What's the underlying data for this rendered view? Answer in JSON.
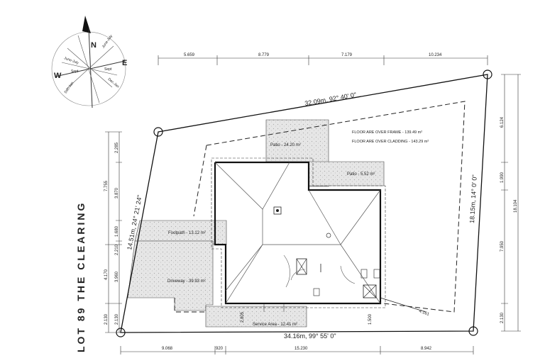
{
  "lot_title": "LOT 89 THE CLEARING",
  "compass": {
    "north": "N",
    "east": "E",
    "west": "W",
    "sectors": [
      "June-July",
      "June-July",
      "Sept",
      "Sept",
      "Dec-Jan",
      "Dec-Jan"
    ]
  },
  "boundaries": {
    "north": "32.09m, 92° 40' 0\"",
    "east": "18.15m, 14° 0' 0\"",
    "west": "14.51m, 24° 21' 24\"",
    "south": "34.16m, 99° 55' 0\""
  },
  "floor_areas": {
    "frame": "FLOOR ARE OVER FRAME - 139.49 m²",
    "cladding": "FLOOR ARE OVER CLADDING - 143.29 m²"
  },
  "areas": {
    "patio_north": "Patio - 24.20 m²",
    "patio_east": "Patio - 5.52 m²",
    "footpath": "Footpath - 13.12 m²",
    "driveway": "Driveway - 39.93 m²",
    "service": "Service Area - 12.41 m²"
  },
  "dims_top": [
    "5.659",
    "8.779",
    "7.179",
    "10.234"
  ],
  "dims_bottom": [
    "9.068",
    "920",
    "15.230",
    "8.942"
  ],
  "dims_left_outer": [
    "7.755",
    "4.170",
    "2.130"
  ],
  "dims_left_inner": [
    "2.285",
    "3.870",
    "1.680",
    "2.210",
    "3.960",
    "2.130"
  ],
  "dims_right_inner": [
    "6.124",
    "1.990",
    "7.950",
    "2.130"
  ],
  "dims_right_outer": "18.104",
  "dims_misc": {
    "service_width": "2.805",
    "service_depth": "1.500",
    "corner_offset": "4.161"
  }
}
